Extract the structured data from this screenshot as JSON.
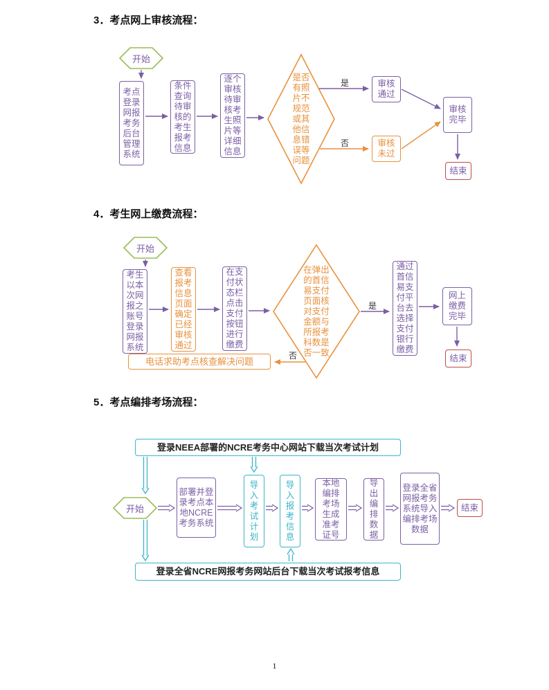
{
  "page": {
    "number": "1"
  },
  "colors": {
    "purple": "#7B5FA5",
    "orange": "#E8913D",
    "green": "#9BBB59",
    "cyan": "#3AB5C9",
    "red": "#BE4B48"
  },
  "flow3": {
    "heading": "3．考点网上审核流程：",
    "start": "开始",
    "step_login": "考点登录网报考务后台管理系统",
    "step_query": "条件查询待审核的考生报考信息",
    "step_review": "逐个审核待审核考生照片等详细信息",
    "decision": "是否有照片不规范或其他信息错误等问题",
    "label_yes": "是",
    "label_no": "否",
    "result_pass": "审核通过",
    "result_fail": "审核未过",
    "finish": "审核完毕",
    "end": "结束"
  },
  "flow4": {
    "heading": "4．考生网上缴费流程：",
    "start": "开始",
    "step_login": "考生以本次网报之账号登录网报系统",
    "step_check": "查看报考信息页面确定已经审核通过",
    "step_pay_button": "在支付状态栏点击支付按钮进行缴费",
    "decision": "在弹出的首信易支付页面核对支付金额与所报考科数是否一致",
    "label_yes": "是",
    "label_no": "否",
    "step_bank": "通过首信易支付平台去选择支付银行缴费",
    "finish": "网上缴费完毕",
    "end": "结束",
    "help": "电话求助考点核查解决问题"
  },
  "flow5": {
    "heading": "5．考点编排考场流程：",
    "top_banner": "登录NEEA部署的NCRE考务中心网站下载当次考试计划",
    "bottom_banner": "登录全省NCRE网报考务网站后台下载当次考试报考信息",
    "start": "开始",
    "step_deploy": "部署并登录考点本地NCRE考务系统",
    "step_import_plan": "导入考试计划",
    "step_import_info": "导入报考信息",
    "step_arrange": "本地编排考场生成准考证号",
    "step_export": "导出编排数据",
    "step_upload": "登录全省网报考务系统导入编排考场数据",
    "end": "结束"
  }
}
